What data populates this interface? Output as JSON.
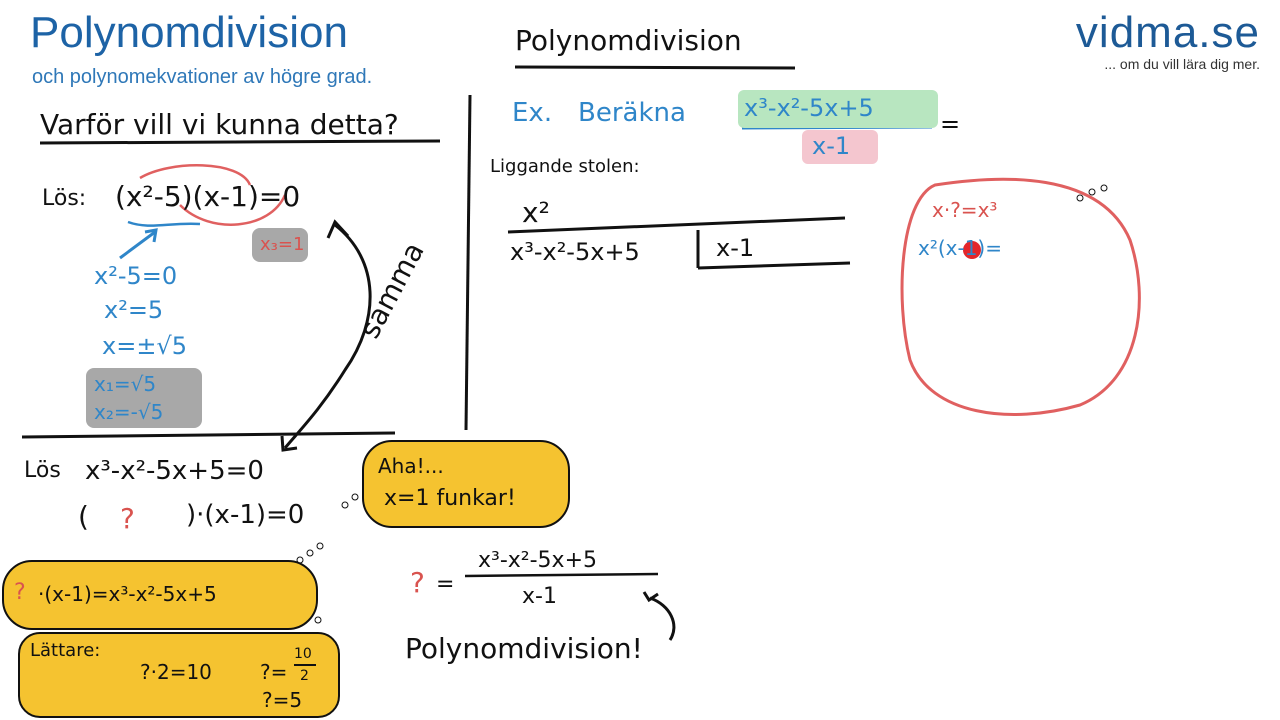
{
  "header": {
    "title": "Polynomdivision",
    "subtitle": "och polynomekvationer av högre grad.",
    "brand": "vidma.se",
    "tagline": "... om du vill lära dig mer."
  },
  "left": {
    "heading": "Varför vill vi kunna detta?",
    "los1_label": "Lös:",
    "equation1": "(x²-5)(x-1)=0",
    "x3_eq_1": "x₃=1",
    "step1": "x²-5=0",
    "step2": "x²=5",
    "step3": "x=±√5",
    "sol1": "x₁=√5",
    "sol2": "x₂=-√5",
    "samma": "samma",
    "los2_label": "Lös",
    "equation2": "x³-x²-5x+5=0",
    "factor_open": "(",
    "factor_q": "?",
    "factor_close": ")·(x-1)=0",
    "aha_line1": "Aha!...",
    "aha_line2": "x=1 funkar!",
    "yellow_eq_q": "?",
    "yellow_eq": "·(x-1)=x³-x²-5x+5",
    "lattare_label": "Lättare:",
    "lattare_eq1": "?·2=10",
    "lattare_eq2_left": "?=",
    "lattare_eq2_num": "10",
    "lattare_eq2_den": "2",
    "lattare_eq3": "?=5",
    "frac_q": "?",
    "frac_eq": "=",
    "frac_num": "x³-x²-5x+5",
    "frac_den": "x-1",
    "polynomdivision_excl": "Polynomdivision!"
  },
  "right": {
    "heading": "Polynomdivision",
    "ex_label": "Ex.",
    "berakna": "Beräkna",
    "numerator": "x³-x²-5x+5",
    "denominator": "x-1",
    "equals": "=",
    "liggande": "Liggande stolen:",
    "quotient": "x²",
    "dividend": "x³-x²-5x+5",
    "divisor": "x-1",
    "bubble_line1": "x·?=x³",
    "bubble_line2": "x²(x-1)="
  }
}
